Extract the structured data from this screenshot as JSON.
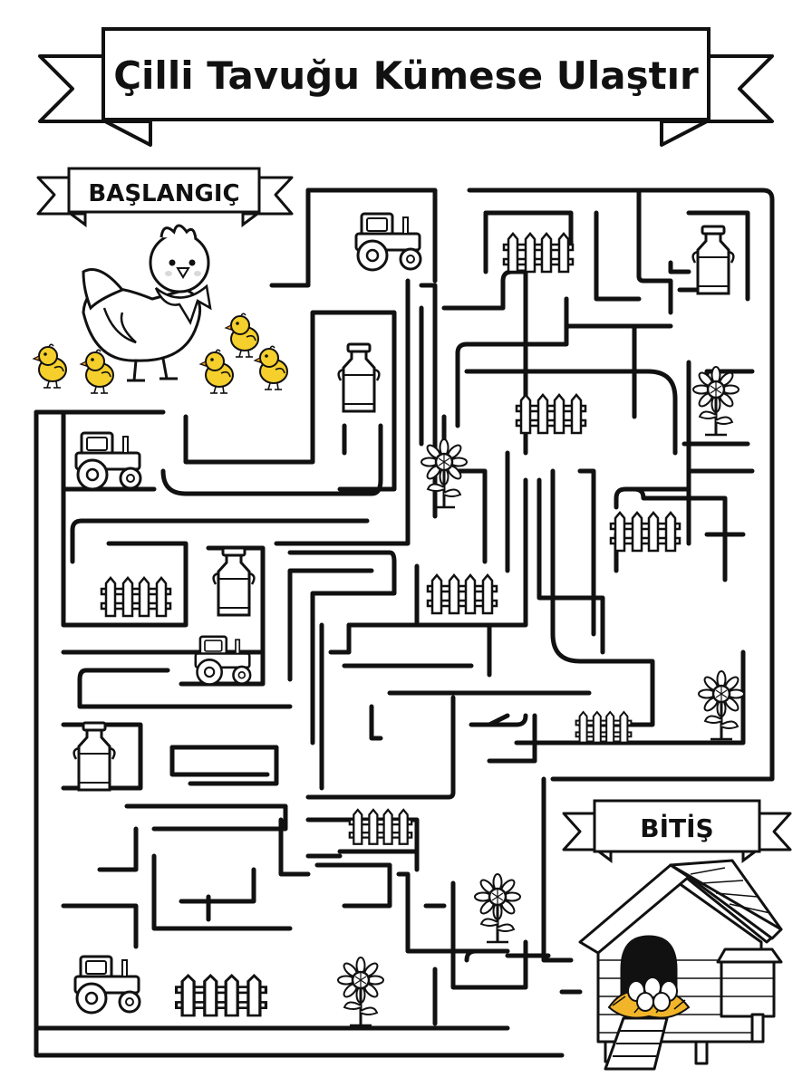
{
  "title": "Çilli Tavuğu Kümese Ulaştır",
  "start_label": "BAŞLANGIÇ",
  "finish_label": "BİTİŞ",
  "colors": {
    "ink": "#111111",
    "paper": "#ffffff",
    "chick": "#f5cf2c",
    "straw": "#f2b52a",
    "egg": "#ffffff",
    "cheek": "#d9d9d9"
  },
  "icons": [
    "hen-icon",
    "chick-icon",
    "tractor-icon",
    "milk-can-icon",
    "fence-icon",
    "sunflower-icon",
    "chicken-coop-icon",
    "eggs-nest-icon"
  ]
}
